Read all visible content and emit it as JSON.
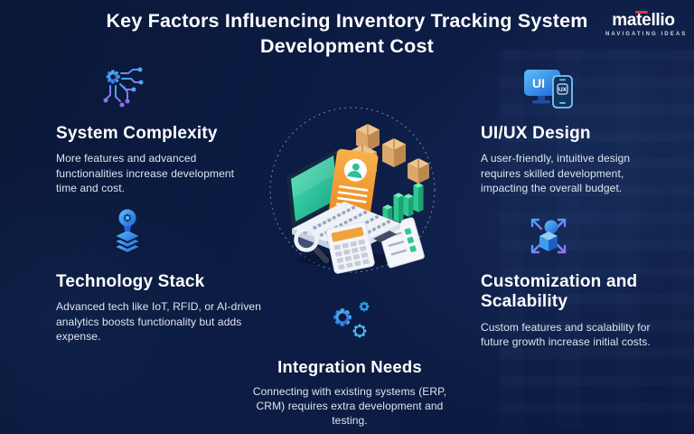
{
  "title": "Key Factors Influencing Inventory Tracking System Development Cost",
  "brand": {
    "name": "matellio",
    "tagline": "NAVIGATING IDEAS",
    "accent_color": "#e03440"
  },
  "factors": [
    {
      "id": "system-complexity",
      "icon": "circuit-gear-icon",
      "heading": "System Complexity",
      "body": "More features and advanced functionalities increase development time and cost."
    },
    {
      "id": "technology-stack",
      "icon": "bulb-stack-icon",
      "heading": "Technology Stack",
      "body": "Advanced tech like IoT, RFID, or AI-driven analytics boosts functionality but adds expense."
    },
    {
      "id": "uiux-design",
      "icon": "ui-ux-devices-icon",
      "heading": "UI/UX Design",
      "body": "A user-friendly, intuitive design requires skilled development, impacting the overall budget."
    },
    {
      "id": "customization-scalability",
      "icon": "cube-expand-icon",
      "heading": "Customization and Scalability",
      "body": "Custom features and scalability for future growth increase initial costs."
    },
    {
      "id": "integration-needs",
      "icon": "gears-icon",
      "heading": "Integration Needs",
      "body": "Connecting with existing systems (ERP, CRM) requires extra development and testing."
    }
  ],
  "uiux_icon_labels": {
    "monitor": "UI",
    "phone": "UX"
  },
  "illustration": {
    "name": "inventory-tracking-illustration",
    "elements": [
      "laptop",
      "profile-card",
      "cardboard-boxes",
      "checklist-clipboard",
      "bar-chart",
      "calculator",
      "magnifier"
    ]
  },
  "colors": {
    "background": "#0c1c44",
    "heading": "#ffffff",
    "body_text": "#dfe5f2",
    "icon_blue": "#53b9f7",
    "icon_deep_blue": "#1f63d6",
    "icon_purple": "#9b6bf5",
    "green": "#2ec98c",
    "orange": "#f2a23c",
    "box_tan": "#dca76a"
  }
}
